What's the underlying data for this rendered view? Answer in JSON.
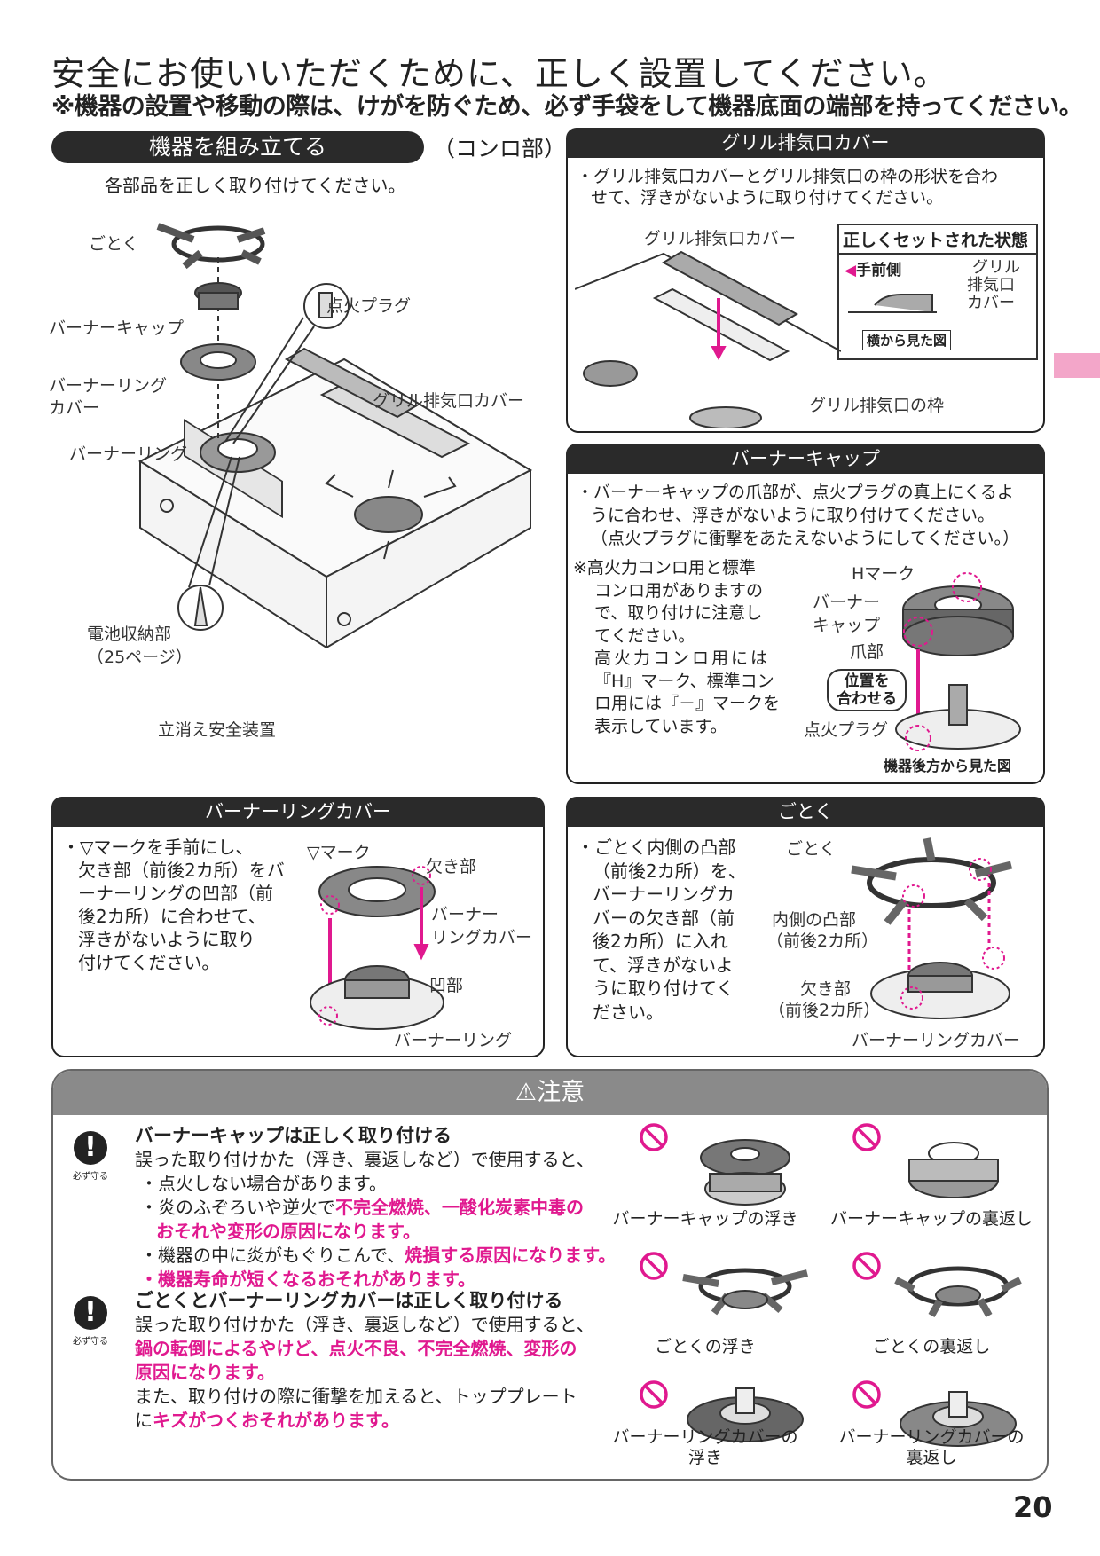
{
  "title": "安全にお使いいただくために、正しく設置してください。",
  "subtitle": "※機器の設置や移動の際は、けがを防ぐため、必ず手袋をして機器底面の端部を持ってください。",
  "assemble": {
    "heading": "機器を組み立てる",
    "heading_suffix": "（コンロ部）",
    "intro": "各部品を正しく取り付けてください。",
    "labels": {
      "gotoku": "ごとく",
      "burner_cap": "バーナーキャップ",
      "ring_cover_1": "バーナーリング",
      "ring_cover_2": "カバー",
      "burner_ring": "バーナーリング",
      "spark_plug": "点火プラグ",
      "grill_cover": "グリル排気口カバー",
      "battery_1": "電池収納部",
      "battery_2": "（25ページ）",
      "safety": "立消え安全装置"
    }
  },
  "grill_box": {
    "heading": "グリル排気口カバー",
    "text_1": "・グリル排気口カバーとグリル排気口の枠の形状を合わ",
    "text_2": "せて、浮きがないように取り付けてください。",
    "cover_label": "グリル排気口カバー",
    "frame_label": "グリル排気口の枠",
    "state_title": "正しくセットされた状態",
    "front_label": "手前側",
    "cover_label_1": "グリル",
    "cover_label_2": "排気口",
    "cover_label_3": "カバー",
    "side_view": "横から見た図"
  },
  "cap_box": {
    "heading": "バーナーキャップ",
    "text_1": "・バーナーキャップの爪部が、点火プラグの真上にくるよ",
    "text_2": "うに合わせ、浮きがないように取り付けてください。",
    "text_3": "（点火プラグに衝撃をあたえないようにしてください。）",
    "note_lines": [
      "※高火力コンロ用と標準",
      "コンロ用がありますの",
      "で、取り付けに注意し",
      "てください。",
      "高火力コンロ用には",
      "『H』マーク、標準コン",
      "ロ用には『－』マークを",
      "表示しています。"
    ],
    "h_mark": "Hマーク",
    "cap_label_1": "バーナー",
    "cap_label_2": "キャップ",
    "claw": "爪部",
    "align_1": "位置を",
    "align_2": "合わせる",
    "spark_plug": "点火プラグ",
    "rear_view": "機器後方から見た図"
  },
  "ring_box": {
    "heading": "バーナーリングカバー",
    "text_lines": [
      "・▽マークを手前にし、",
      "欠き部（前後2カ所）をバ",
      "ーナーリングの凹部（前",
      "後2カ所）に合わせて、",
      "浮きがないように取り",
      "付けてください。"
    ],
    "mark": "▽マーク",
    "notch": "欠き部",
    "cover_1": "バーナー",
    "cover_2": "リングカバー",
    "recess": "凹部",
    "ring": "バーナーリング"
  },
  "gotoku_box": {
    "heading": "ごとく",
    "text_lines": [
      "・ごとく内側の凸部",
      "（前後2カ所）を、",
      "バーナーリングカ",
      "バーの欠き部（前",
      "後2カ所）に入れ",
      "て、浮きがないよ",
      "うに取り付けてく",
      "ださい。"
    ],
    "gotoku": "ごとく",
    "inner_1": "内側の凸部",
    "inner_2": "（前後2カ所）",
    "notch_1": "欠き部",
    "notch_2": "（前後2カ所）",
    "ring_cover": "バーナーリングカバー"
  },
  "caution": {
    "heading": "注意",
    "must_label": "必ず守る",
    "item1": {
      "title": "バーナーキャップは正しく取り付ける",
      "intro": "誤った取り付けかた（浮き、裏返しなど）で使用すると、",
      "b1": "・点火しない場合があります。",
      "b2_pre": "・炎のふぞろいや逆火で",
      "b2_pink": "不完全燃焼、一酸化炭素中毒の",
      "b2_pink2": "おそれや変形の原因になります。",
      "b3_pre": "・機器の中に炎がもぐりこんで、",
      "b3_pink": "焼損する原因になります。",
      "b4": "・機器寿命が短くなるおそれがあります。"
    },
    "item2": {
      "title": "ごとくとバーナーリングカバーは正しく取り付ける",
      "intro": "誤った取り付けかた（浮き、裏返しなど）で使用すると、",
      "pink_1": "鍋の転倒によるやけど、点火不良、不完全燃焼、変形の",
      "pink_2": "原因になります。",
      "also": "また、取り付けの際に衝撃を加えると、トッププレート",
      "also_pre": "に",
      "also_pink": "キズがつくおそれがあります。"
    },
    "ng": {
      "c1": "バーナーキャップの浮き",
      "c2": "バーナーキャップの裏返し",
      "c3": "ごとくの浮き",
      "c4": "ごとくの裏返し",
      "c5a": "バーナーリングカバーの",
      "c5b": "浮き",
      "c6a": "バーナーリングカバーの",
      "c6b": "裏返し"
    }
  },
  "page_number": "20",
  "colors": {
    "accent": "#e0198f",
    "dark": "#2a2a2a",
    "tab": "#f3a6c9"
  }
}
